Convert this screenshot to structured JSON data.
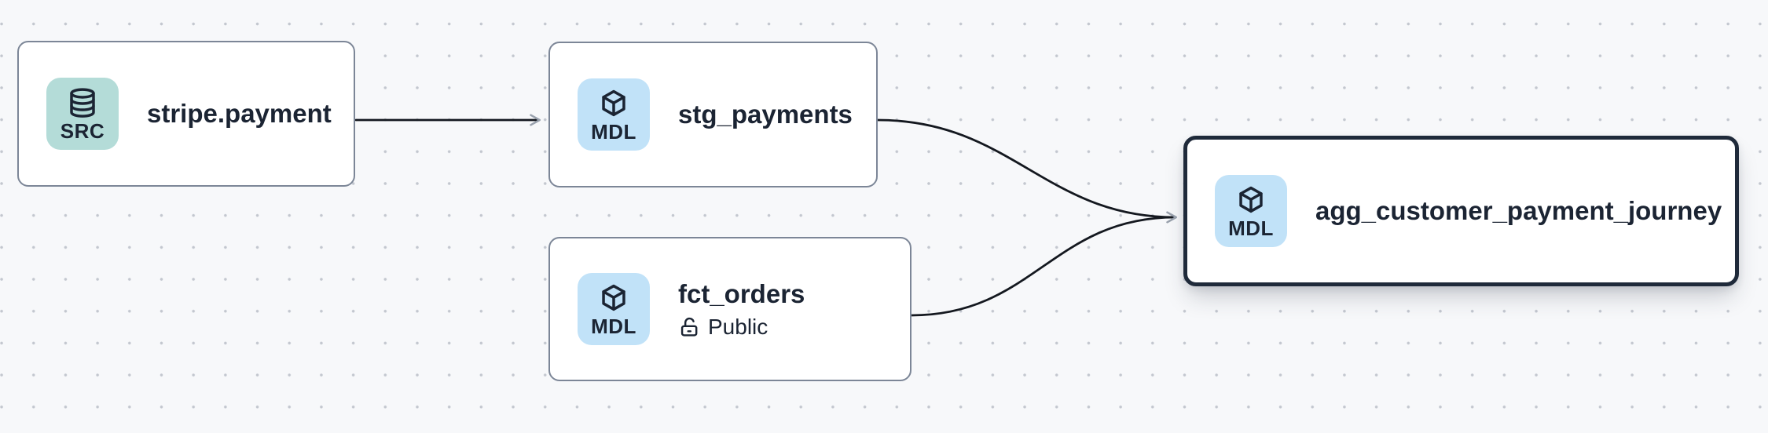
{
  "canvas": {
    "kind": "lineage-graph"
  },
  "nodes": [
    {
      "title": "stripe.payment",
      "badge": "SRC",
      "icon": "database-icon",
      "selected": false
    },
    {
      "title": "stg_payments",
      "badge": "MDL",
      "icon": "cube-icon",
      "selected": false
    },
    {
      "title": "fct_orders",
      "badge": "MDL",
      "icon": "cube-icon",
      "access_label": "Public",
      "access_icon": "lock-open-icon",
      "selected": false
    },
    {
      "title": "agg_customer_payment_journey",
      "badge": "MDL",
      "icon": "cube-icon",
      "selected": true
    }
  ],
  "edges": [
    {
      "from": "stripe.payment",
      "to": "stg_payments"
    },
    {
      "from": "stg_payments",
      "to": "agg_customer_payment_journey"
    },
    {
      "from": "fct_orders",
      "to": "agg_customer_payment_journey"
    }
  ],
  "colors": {
    "background": "#f7f8fa",
    "grid_dot": "#c3c7cf",
    "node_fill": "#ffffff",
    "node_border": "#7c8697",
    "selected_node_border": "#1f2a3a",
    "text": "#1b2433",
    "src_badge": "#b4dcd8",
    "mdl_badge": "#c1e2f8",
    "edge": "#14181f",
    "arrowhead": "#9aa2ae"
  }
}
